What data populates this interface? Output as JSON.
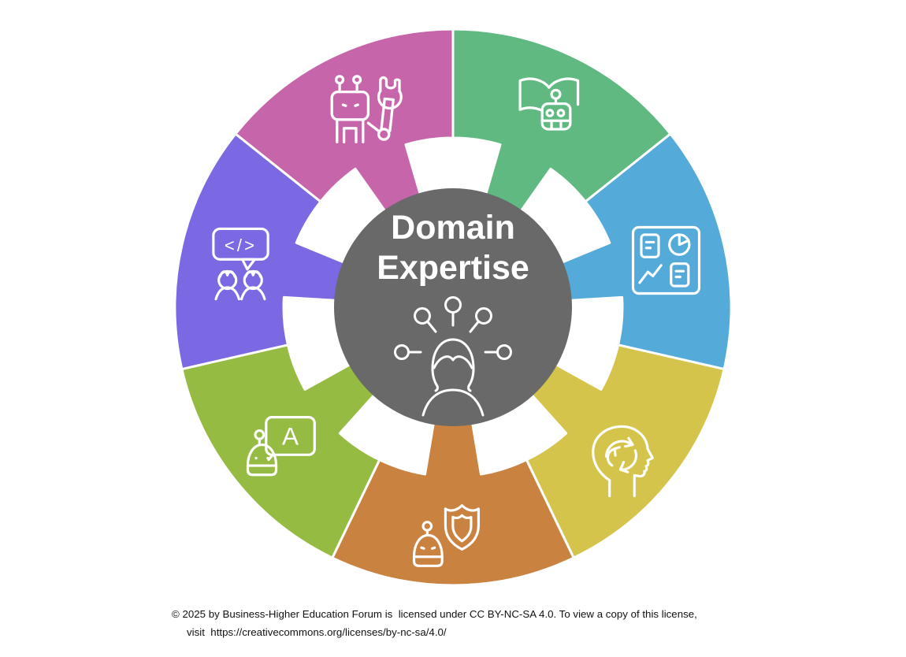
{
  "center": {
    "title_line1": "Domain",
    "title_line2": "Expertise",
    "background": "#696969",
    "icon": "person-expertise-icon"
  },
  "wheel": {
    "gap_color": "#ffffff",
    "segments": [
      {
        "id": "book-robot",
        "icon": "book-robot-icon",
        "color": "#5fb981"
      },
      {
        "id": "data-dashboard",
        "icon": "dashboard-charts-icon",
        "color": "#54abd9"
      },
      {
        "id": "adaptive-head",
        "icon": "head-cycle-arrows-icon",
        "color": "#d5c44c"
      },
      {
        "id": "robot-shield",
        "icon": "robot-shield-icon",
        "color": "#c9823f"
      },
      {
        "id": "robot-teaching",
        "icon": "robot-chalkboard-icon",
        "color": "#96bb43",
        "glyph": "A"
      },
      {
        "id": "pair-coding",
        "icon": "code-chat-people-icon",
        "color": "#7a69e2",
        "glyph": "</>"
      },
      {
        "id": "robot-wrench",
        "icon": "robot-wrench-icon",
        "color": "#c765ab"
      }
    ]
  },
  "footer": {
    "line1": "© 2025 by Business-Higher Education Forum is  licensed under CC BY-NC-SA 4.0. To view a copy of this license,",
    "line2_prefix": "visit  ",
    "line2_url": "https://creativecommons.org/licenses/by-nc-sa/4.0/"
  }
}
